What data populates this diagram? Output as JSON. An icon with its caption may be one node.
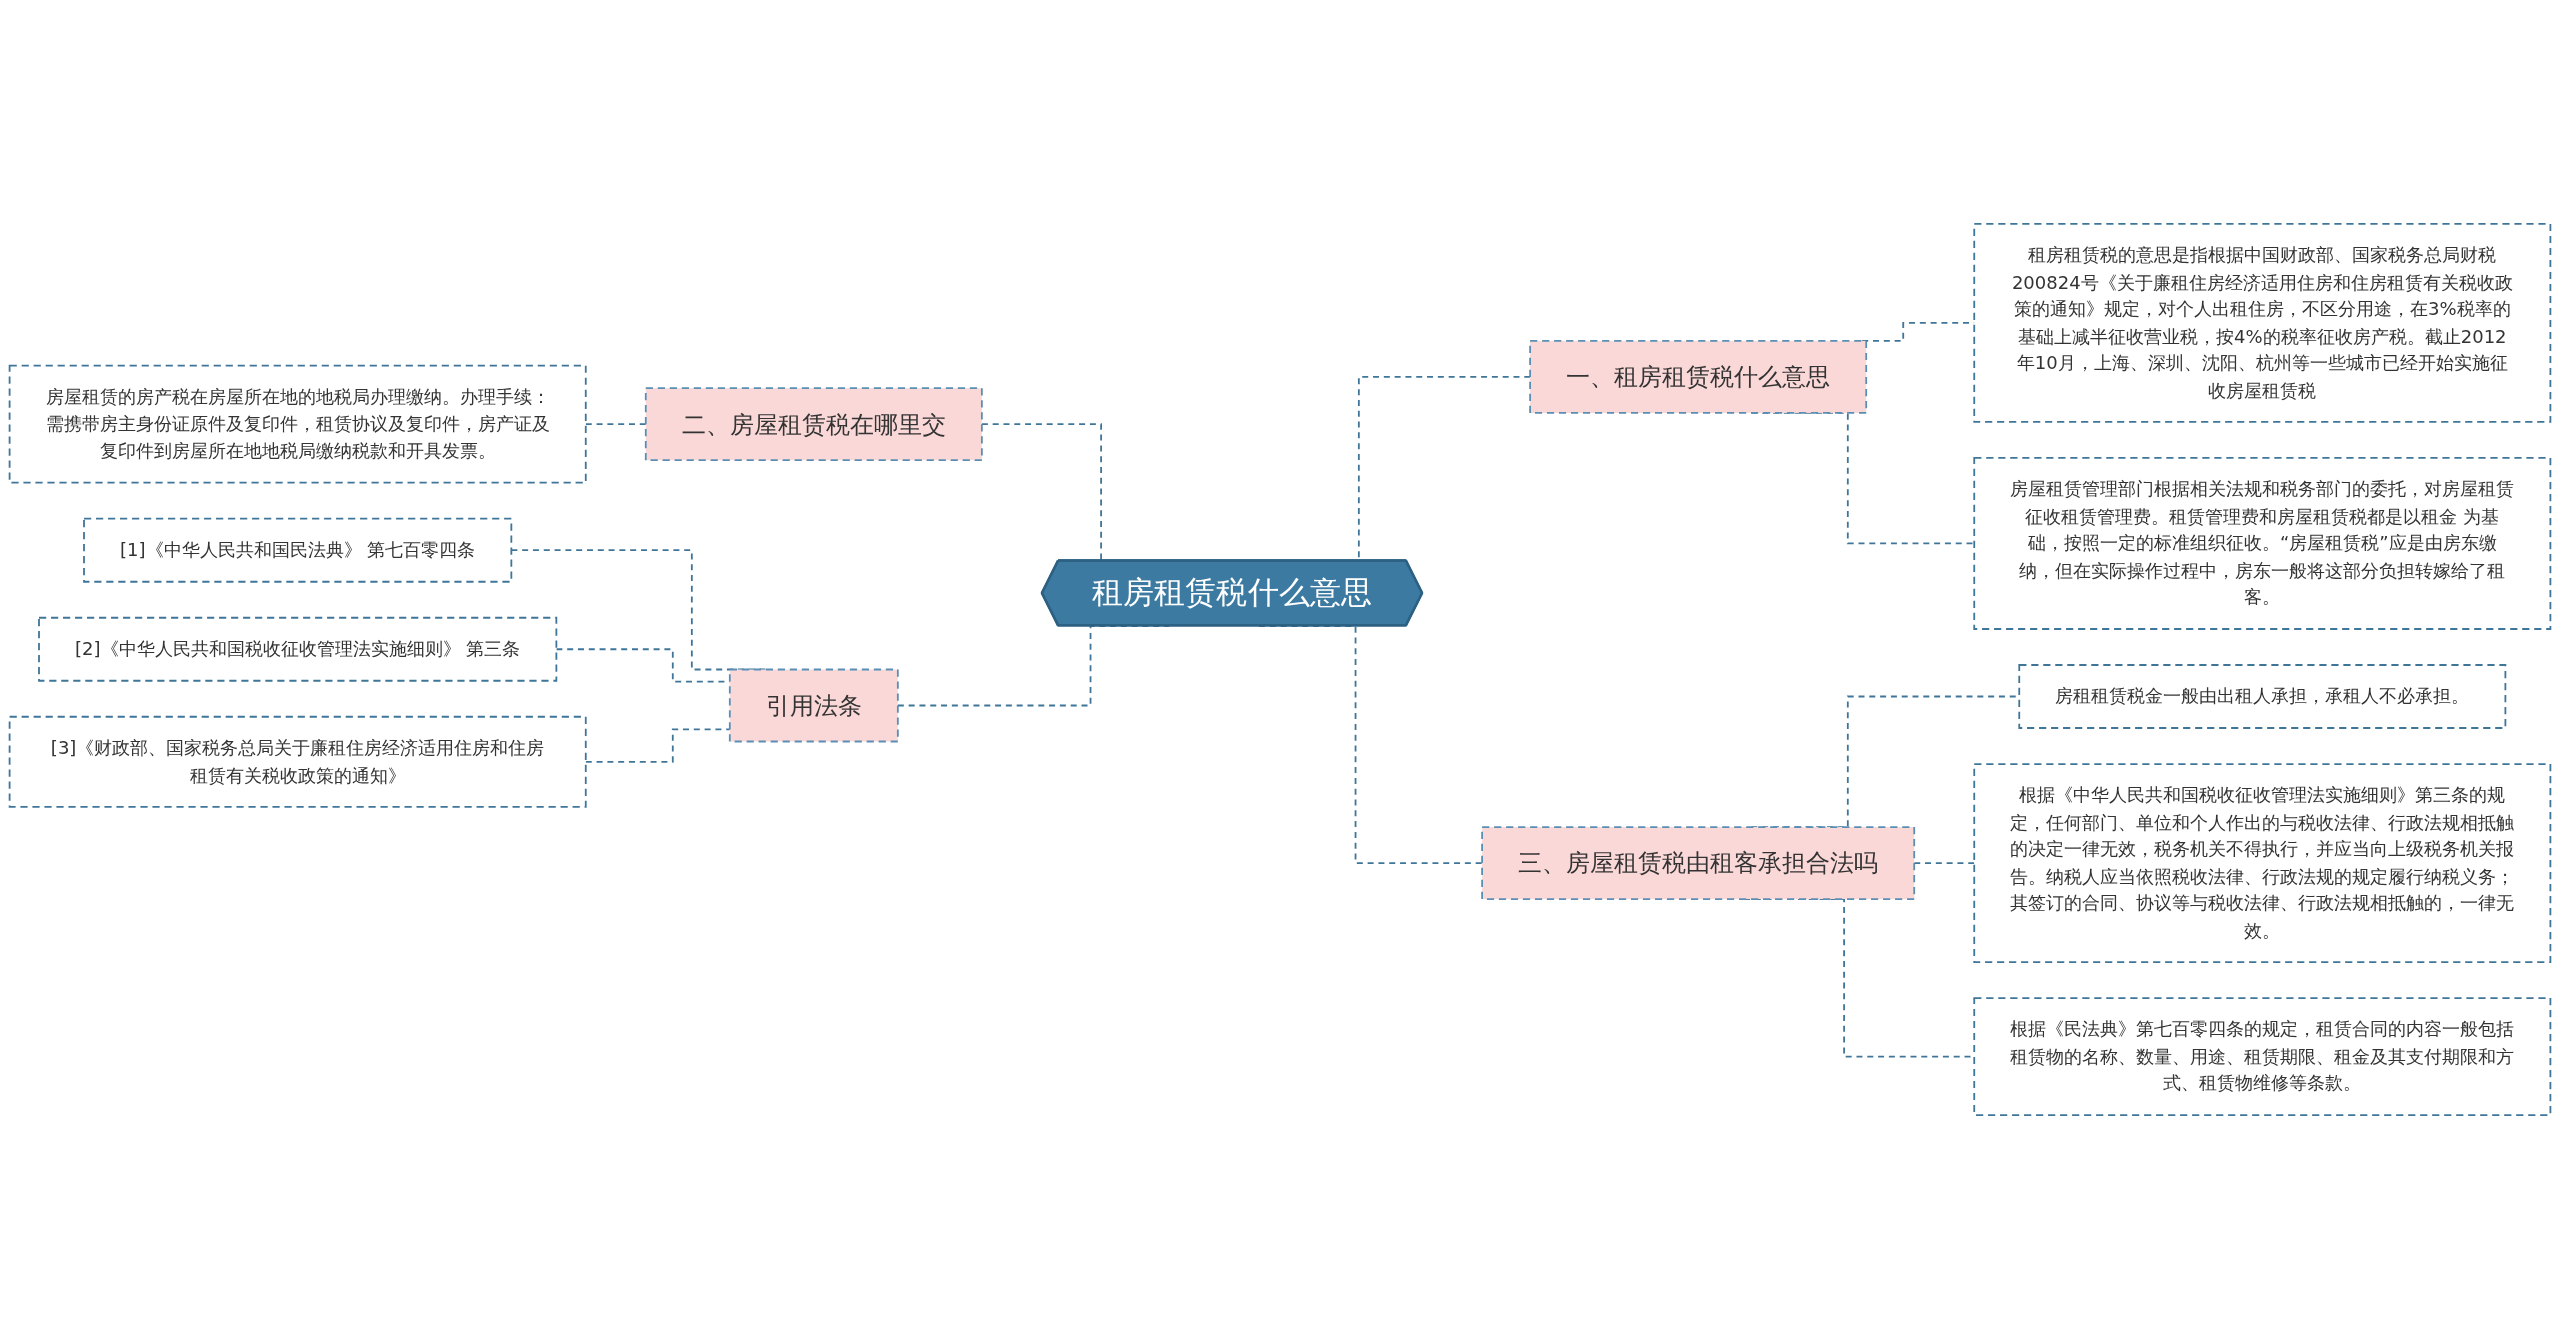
{
  "diagram": {
    "nodes": [
      {
        "text": [
          "租房租赁税什么意思"
        ]
      },
      {
        "text": [
          "一、租房租赁税什么意思"
        ]
      },
      {
        "text": [
          "租房租赁税的意思是指根据中国财政部、国家税务总局财税200824号《关于廉租住房经济适用住房和住房租赁有关税收政策的通知》规定，对个人出租住房，不区分用途，在3%税率的基础上减半征收营业税，按4%的税率征收房产税。截止2012年10月，上海、深圳、沈阳、杭州等一些城市已经开始实施征收房屋租赁税"
        ]
      },
      {
        "text": [
          "房屋租赁管理部门根据相关法规和税务部门的委托，对房屋租赁征收租赁管理费。租赁管理费和房屋租赁税都是以租金 为基础，按照一定的标准组织征收。“房屋租赁税”应是由房东缴纳，但在实际操作过程中，房东一般将这部分负担转嫁给了租客。"
        ]
      },
      {
        "text": [
          "二、房屋租赁税在哪里交"
        ]
      },
      {
        "text": [
          "房屋租赁的房产税在房屋所在地的地税局办理缴纳。办理手续：需携带房主身份证原件及复印件，租赁协议及复印件，房产证及复印件到房屋所在地地税局缴纳税款和开具发票。"
        ]
      },
      {
        "text": [
          "三、房屋租赁税由租客承担合法吗"
        ]
      },
      {
        "text": [
          "房租租赁税金一般由出租人承担，承租人不必承担。"
        ]
      },
      {
        "text": [
          "根据《中华人民共和国税收征收管理法实施细则》第三条的规定，任何部门、单位和个人作出的与税收法律、行政法规相抵触的决定一律无效，税务机关不得执行，并应当向上级税务机关报告。纳税人应当依照税收法律、行政法规的规定履行纳税义务；其签订的合同、协议等与税收法律、行政法规相抵触的，一律无效。"
        ]
      },
      {
        "text": [
          "根据《民法典》第七百零四条的规定，租赁合同的内容一般包括租赁物的名称、数量、用途、租赁期限、租金及其支付期限和方式、租赁物维修等条款。"
        ]
      },
      {
        "text": [
          "引用法条"
        ]
      },
      {
        "text": [
          "[1]《中华人民共和国民法典》 第七百零四条"
        ]
      },
      {
        "text": [
          "[2]《中华人民共和国税收征收管理法实施细则》 第三条"
        ]
      },
      {
        "text": [
          "[3]《财政部、国家税务总局关于廉租住房经济适用住房和住房租赁有关税收政策的通知》"
        ]
      }
    ],
    "edges": [
      {
        "from": 0,
        "to": 1,
        "arrow": "none",
        "style": "dashed"
      },
      {
        "from": 1,
        "to": 2,
        "arrow": "none",
        "style": "dashed"
      },
      {
        "from": 1,
        "to": 3,
        "arrow": "none",
        "style": "dashed"
      },
      {
        "from": 0,
        "to": 4,
        "arrow": "none",
        "style": "dashed"
      },
      {
        "from": 4,
        "to": 5,
        "arrow": "none",
        "style": "dashed"
      },
      {
        "from": 0,
        "to": 6,
        "arrow": "none",
        "style": "dashed"
      },
      {
        "from": 6,
        "to": 7,
        "arrow": "none",
        "style": "dashed"
      },
      {
        "from": 6,
        "to": 8,
        "arrow": "none",
        "style": "dashed"
      },
      {
        "from": 6,
        "to": 9,
        "arrow": "none",
        "style": "dashed"
      },
      {
        "from": 0,
        "to": 10,
        "arrow": "none",
        "style": "dashed"
      },
      {
        "from": 10,
        "to": 11,
        "arrow": "none",
        "style": "dashed"
      },
      {
        "from": 10,
        "to": 12,
        "arrow": "none",
        "style": "dashed"
      },
      {
        "from": 10,
        "to": 13,
        "arrow": "none",
        "style": "dashed"
      }
    ]
  }
}
